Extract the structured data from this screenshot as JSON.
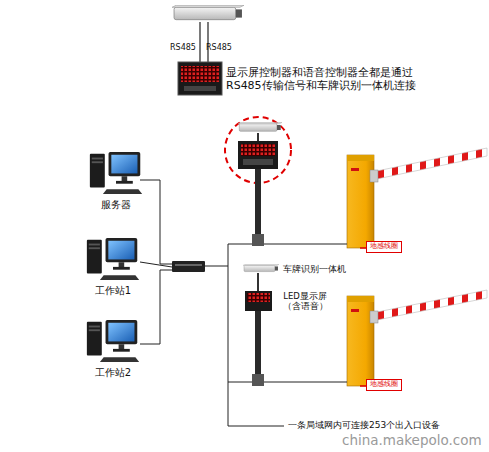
{
  "diagram": {
    "nodes": [
      {
        "text": [
          "服务器"
        ]
      },
      {
        "text": [
          "工作站1"
        ]
      },
      {
        "text": [
          "工作站2"
        ]
      },
      {
        "text": [
          "地感线圈"
        ]
      },
      {
        "text": [
          "地感线圈"
        ]
      }
    ],
    "labels": [
      "RS485",
      "RS485",
      "显示屏控制器和语音控制器全都是通过RS485传输信号和车牌识别一体机连接",
      "车牌识别一体机",
      "LED显示屏 （含语音）",
      "一条局域网内可连接253个出入口设备",
      "china.makepolo.com"
    ]
  }
}
